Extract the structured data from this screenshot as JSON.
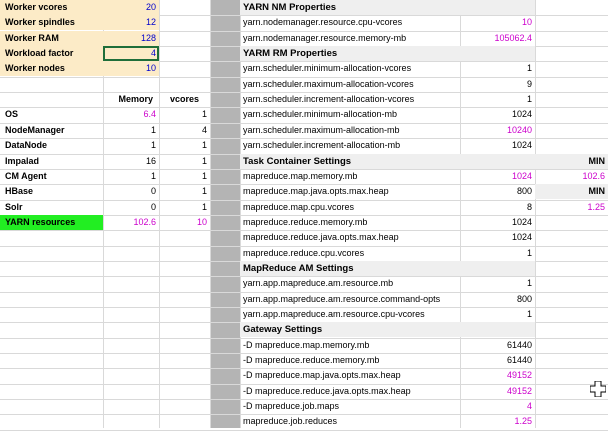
{
  "left": {
    "params": [
      {
        "label": "Worker vcores",
        "value": "20"
      },
      {
        "label": "Worker spindles",
        "value": "12"
      },
      {
        "label": "Worker RAM",
        "value": "128"
      },
      {
        "label": "Workload factor",
        "value": "4"
      },
      {
        "label": "Worker nodes",
        "value": "10"
      }
    ],
    "headers": {
      "memory": "Memory",
      "vcores": "vcores"
    },
    "services": [
      {
        "name": "OS",
        "memory": "6.4",
        "vcores": "1",
        "mem_magenta": true
      },
      {
        "name": "NodeManager",
        "memory": "1",
        "vcores": "4"
      },
      {
        "name": "DataNode",
        "memory": "1",
        "vcores": "1"
      },
      {
        "name": "Impalad",
        "memory": "16",
        "vcores": "1"
      },
      {
        "name": "CM Agent",
        "memory": "1",
        "vcores": "1"
      },
      {
        "name": "HBase",
        "memory": "0",
        "vcores": "1"
      },
      {
        "name": "Solr",
        "memory": "0",
        "vcores": "1"
      }
    ],
    "yarn": {
      "name": "YARN resources",
      "memory": "102.6",
      "vcores": "10"
    }
  },
  "right": {
    "rows": [
      {
        "type": "section",
        "label": "YARN NM Properties"
      },
      {
        "label": "yarn.nodemanager.resource.cpu-vcores",
        "value": "10",
        "magenta": true
      },
      {
        "label": "yarn.nodemanager.resource.memory-mb",
        "value": "105062.4",
        "magenta": true
      },
      {
        "type": "section",
        "label": "YARM RM Properties"
      },
      {
        "label": "yarn.scheduler.minimum-allocation-vcores",
        "value": "1"
      },
      {
        "label": "yarn.scheduler.maximum-allocation-vcores",
        "value": "9"
      },
      {
        "label": "yarn.scheduler.increment-allocation-vcores",
        "value": "1"
      },
      {
        "label": "yarn.scheduler.minimum-allocation-mb",
        "value": "1024"
      },
      {
        "label": "yarn.scheduler.maximum-allocation-mb",
        "value": "10240",
        "magenta": true
      },
      {
        "label": "yarn.scheduler.increment-allocation-mb",
        "value": "1024"
      },
      {
        "type": "section",
        "label": "Task Container Settings",
        "extra": "MIN"
      },
      {
        "label": "mapreduce.map.memory.mb",
        "value": "1024",
        "magenta": true,
        "extra": "102.6",
        "extra_magenta": true
      },
      {
        "label": "mapreduce.map.java.opts.max.heap",
        "value": "800",
        "extra": "MIN",
        "extra_header": true
      },
      {
        "label": "mapreduce.map.cpu.vcores",
        "value": "8",
        "extra": "1.25",
        "extra_magenta": true
      },
      {
        "label": "mapreduce.reduce.memory.mb",
        "value": "1024"
      },
      {
        "label": "mapreduce.reduce.java.opts.max.heap",
        "value": "1024"
      },
      {
        "label": "mapreduce.reduce.cpu.vcores",
        "value": "1"
      },
      {
        "type": "section",
        "label": "MapReduce AM Settings"
      },
      {
        "label": "yarn.app.mapreduce.am.resource.mb",
        "value": "1"
      },
      {
        "label": "yarn.app.mapreduce.am.resource.command-opts",
        "value": "800"
      },
      {
        "label": "yarn.app.mapreduce.am.resource.cpu-vcores",
        "value": "1"
      },
      {
        "type": "section",
        "label": "Gateway Settings"
      },
      {
        "label": "-D mapreduce.map.memory.mb",
        "value": "61440"
      },
      {
        "label": "-D mapreduce.reduce.memory.mb",
        "value": "61440"
      },
      {
        "label": "-D mapreduce.map.java.opts.max.heap",
        "value": "49152",
        "magenta": true
      },
      {
        "label": "-D mapreduce.reduce.java.opts.max.heap",
        "value": "49152",
        "magenta": true
      },
      {
        "label": "-D mapreduce.job.maps",
        "value": "4",
        "magenta": true
      },
      {
        "label": "mapreduce.job.reduces",
        "value": "1.25",
        "magenta": true
      }
    ]
  }
}
